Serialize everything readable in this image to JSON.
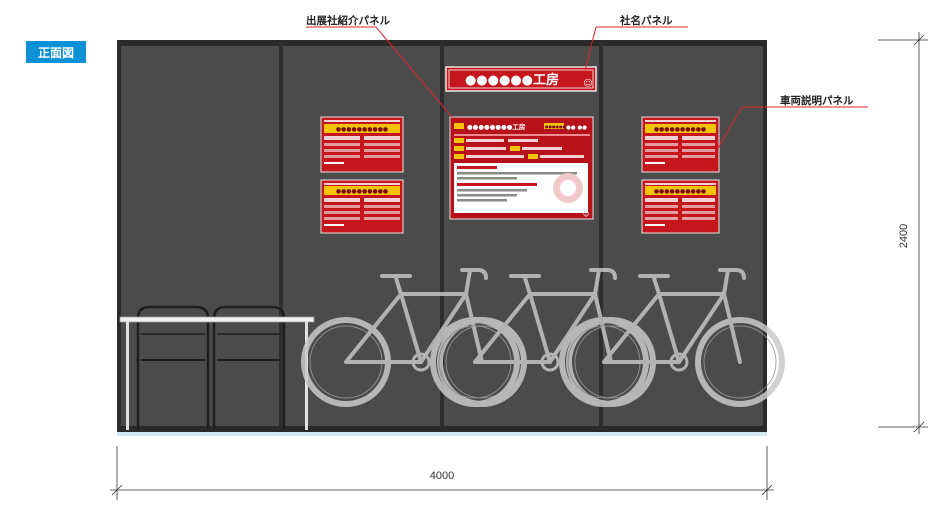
{
  "view_label": "正面図",
  "callouts": {
    "exhibitor_panel": "出展社紹介パネル",
    "company_panel": "社名パネル",
    "vehicle_panel": "車両説明パネル"
  },
  "company_sign": {
    "text": "●●●●●●工房",
    "mark": "☺"
  },
  "center_panel": {
    "company": "●●●●●●●●工房",
    "tag": "●●●●●●",
    "tag_value": "●● ●●"
  },
  "vehicle_panel_title": "●●●●●●●●●●",
  "dimensions": {
    "width": "4000",
    "height": "2400"
  },
  "colors": {
    "accent": "#0a91d6",
    "panel_red": "#c4161c",
    "panel_yellow": "#f5c400",
    "booth_wall": "#4a4a4a"
  }
}
